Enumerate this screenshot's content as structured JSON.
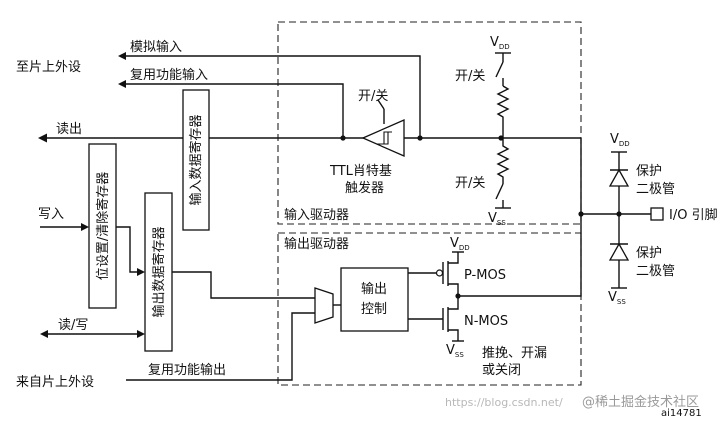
{
  "labels": {
    "to_peripheral": "至片上外设",
    "analog_input": "模拟输入",
    "alt_func_input": "复用功能输入",
    "read_out": "读出",
    "write_in": "写入",
    "read_write": "读/写",
    "from_peripheral": "来自片上外设",
    "alt_func_output": "复用功能输出",
    "set_reset_reg": "位设置/清除寄存器",
    "input_data_reg": "输入数据寄存器",
    "output_data_reg": "输出数据寄存器",
    "switch_top_left": "开/关",
    "switch_top_right": "开/关",
    "switch_bottom_right": "开/关",
    "ttl_line1": "TTL肖特基",
    "ttl_line2": "触发器",
    "input_driver": "输入驱动器",
    "output_driver": "输出驱动器",
    "vdd_top": "V",
    "vdd_top_sub": "DD",
    "vss_mid": "V",
    "vss_mid_sub": "SS",
    "vdd_diode": "V",
    "vdd_diode_sub": "DD",
    "vss_diode": "V",
    "vss_diode_sub": "SS",
    "vdd_out": "V",
    "vdd_out_sub": "DD",
    "vss_out": "V",
    "vss_out_sub": "SS",
    "protect_top_1": "保护",
    "protect_top_2": "二极管",
    "protect_bot_1": "保护",
    "protect_bot_2": "二极管",
    "io_pin": "I/O 引脚",
    "out_ctrl_1": "输出",
    "out_ctrl_2": "控制",
    "pmos": "P-MOS",
    "nmos": "N-MOS",
    "mode_1": "推挽、开漏",
    "mode_2": "或关闭",
    "figure_id": "ai14781"
  },
  "watermark": {
    "url": "https://blog.csdn.net/",
    "brand": "@稀土掘金技术社区"
  }
}
